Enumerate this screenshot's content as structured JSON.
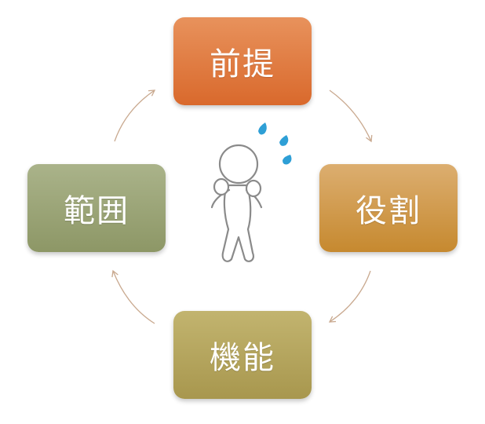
{
  "nodes": {
    "top": "前提",
    "right": "役割",
    "bottom": "機能",
    "left": "範囲"
  },
  "center_figure": "worried-person-icon",
  "arrow_direction": "clockwise",
  "colors": {
    "top": "#dd7536",
    "right": "#cc953f",
    "bottom": "#b0a05a",
    "left": "#959f70",
    "arrow": "#c9a98f",
    "sweat": "#2e9fd6"
  }
}
